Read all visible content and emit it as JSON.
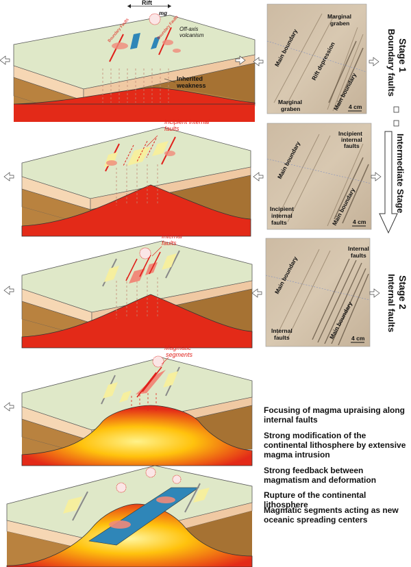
{
  "block1": {
    "rift": "Rift",
    "mg": "mg",
    "off_axis_1": "Off-axis",
    "off_axis_2": "volcanism",
    "inherited_1": "Inherited",
    "inherited_2": "weakness",
    "fault_l": "Boundary Faults",
    "fault_r": "Boundary Faults"
  },
  "block2": {
    "label_1": "Incipient internal",
    "label_2": "faults"
  },
  "block3": {
    "label_1": "Internal",
    "label_2": "faults"
  },
  "block4": {
    "label_1": "Magmatic",
    "label_2": "segments"
  },
  "photo1": {
    "marginal_graben_top_1": "Marginal",
    "marginal_graben_top_2": "graben",
    "main_boundary_left": "Main boundary",
    "rift_depression": "Rift depression",
    "main_boundary_right": "Main boundary",
    "marginal_graben_bottom_1": "Marginal",
    "marginal_graben_bottom_2": "graben",
    "scale": "4 cm"
  },
  "photo2": {
    "main_boundary_left": "Main boundary",
    "incipient_top_1": "Incipient",
    "incipient_top_2": "internal",
    "incipient_top_3": "faults",
    "incipient_bottom_1": "Incipient",
    "incipient_bottom_2": "internal",
    "incipient_bottom_3": "faults",
    "main_boundary_right": "Main boundary",
    "scale": "4 cm"
  },
  "photo3": {
    "main_boundary_left": "Main boundary",
    "internal_top_1": "Internal",
    "internal_top_2": "faults",
    "internal_bottom_1": "Internal",
    "internal_bottom_2": "faults",
    "main_boundary_right": "Main boundary",
    "scale": "4 cm"
  },
  "stages": {
    "stage1_a": "Stage 1",
    "stage1_b": "Boundary faults",
    "intermediate": "Intermediate Stage",
    "stage2_a": "Stage 2",
    "stage2_b": "Internal faults"
  },
  "notes": [
    "Focusing of magma upraising along internal faults",
    "Strong modification of the continental lithosphere by extensive magma intrusion",
    "Strong feedback between magmatism and deformation",
    "Rupture of the continental lithosphere",
    "Magmatic segments acting as new oceanic spreading centers"
  ],
  "colors": {
    "crust_top": "#dfe8c8",
    "crust_band": "#f6d7b4",
    "mantle": "#b9823f",
    "asthenosphere": "#e32a18",
    "hot_core": "#ffd400",
    "magma_blue": "#2f86b8",
    "fault_red": "#e0201a"
  }
}
